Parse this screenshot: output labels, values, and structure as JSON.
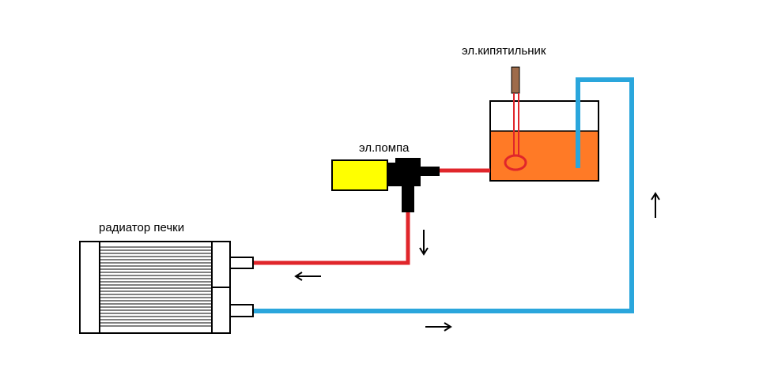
{
  "labels": {
    "heater": "эл.кипятильник",
    "pump": "эл.помпа",
    "radiator": "радиатор печки"
  },
  "colors": {
    "hot_line": "#e0262b",
    "cold_line": "#2aa6dc",
    "water": "#ff7a26",
    "pump_motor": "#ffff00",
    "heater_cap": "#9e6b4a"
  }
}
